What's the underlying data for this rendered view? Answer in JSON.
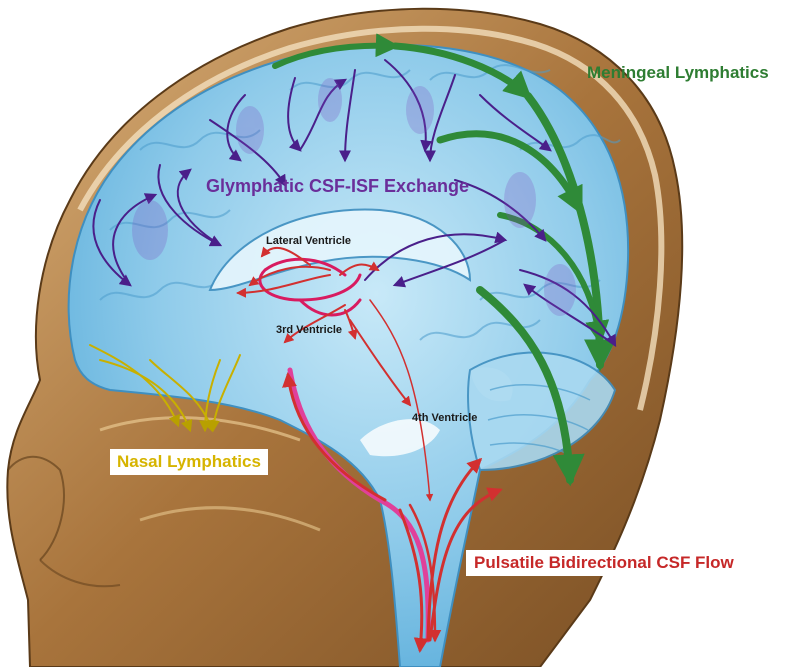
{
  "labels": {
    "meningeal": "Meningeal Lymphatics",
    "glymphatic": "Glymphatic CSF-ISF Exchange",
    "lateral_ventricle": "Lateral Ventricle",
    "third_ventricle": "3rd Ventricle",
    "fourth_ventricle": "4th Ventricle",
    "nasal": "Nasal Lymphatics",
    "pulsatile": "Pulsatile Bidirectional CSF Flow"
  },
  "colors": {
    "meningeal": "#2e7d32",
    "glymphatic": "#6a2e9a",
    "nasal": "#d6b400",
    "pulsatile": "#c62828",
    "csf_blue": "#9fd4ee",
    "tissue": "#b88a55"
  }
}
